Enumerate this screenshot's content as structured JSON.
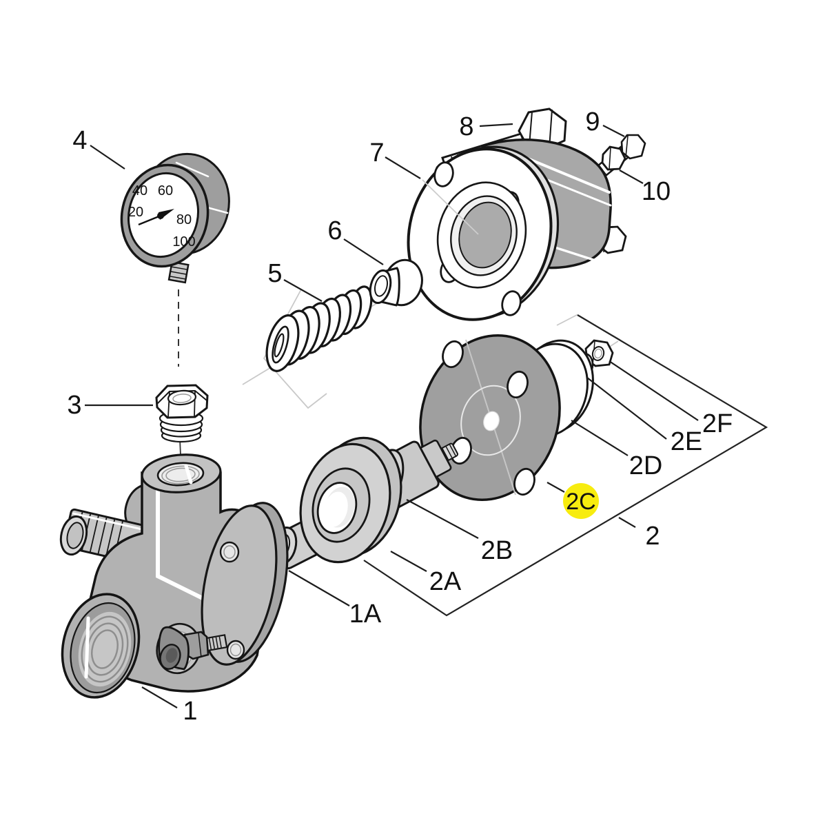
{
  "colors": {
    "highlight": "#f7ec0f",
    "ink": "#161616",
    "ghost_line": "#c9c9c9",
    "part_mid_gray": "#a8a8a8",
    "part_light_gray": "#c9c9c9",
    "diaphragm_gray": "#9f9f9f"
  },
  "gauge_dial": {
    "v20": "20",
    "v40": "40",
    "v60": "60",
    "v80": "80",
    "v100": "100"
  },
  "callouts": {
    "n1": "1",
    "n1a": "1A",
    "n2": "2",
    "n2a": "2A",
    "n2b": "2B",
    "n2c": "2C",
    "n2d": "2D",
    "n2e": "2E",
    "n2f": "2F",
    "n3": "3",
    "n4": "4",
    "n5": "5",
    "n6": "6",
    "n7": "7",
    "n8": "8",
    "n9": "9",
    "n10": "10"
  },
  "highlighted_callout": "2C"
}
